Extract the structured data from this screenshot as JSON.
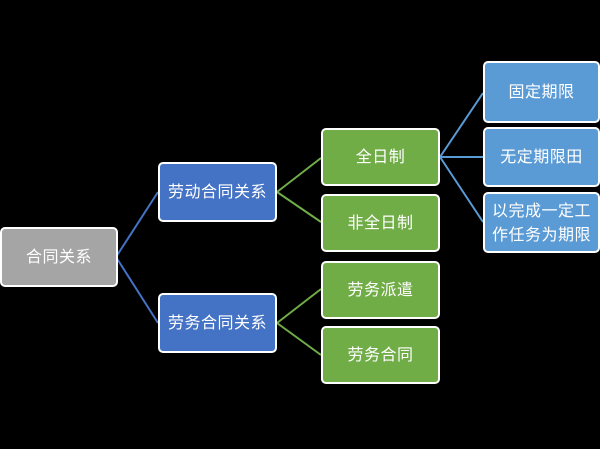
{
  "colors": {
    "background": "#000000",
    "root_fill": "#a5a5a5",
    "level1_fill": "#4472c4",
    "level2_fill": "#70ad47",
    "level3_fill": "#5b9bd5",
    "border": "#ffffff"
  },
  "root": {
    "label": "合同关系"
  },
  "level1": [
    {
      "label": "劳动合同关系"
    },
    {
      "label": "劳务合同关系"
    }
  ],
  "level2": [
    {
      "label": "全日制"
    },
    {
      "label": "非全日制"
    },
    {
      "label": "劳务派遣"
    },
    {
      "label": "劳务合同"
    }
  ],
  "level3": [
    {
      "label": "固定期限"
    },
    {
      "label": "无定期限田"
    },
    {
      "label": "以完成一定工\n作任务为期限"
    }
  ]
}
